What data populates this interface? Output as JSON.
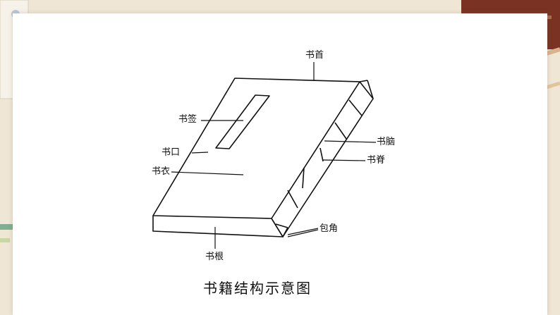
{
  "diagram": {
    "labels": {
      "shushou": "书首",
      "shuqian": "书签",
      "shukou": "书口",
      "shuyi": "书衣",
      "shunao": "书脑",
      "shuji": "书脊",
      "baojiao": "包角",
      "shugen": "书根"
    },
    "caption": "书籍结构示意图"
  },
  "colors": {
    "background": "#efe6d6",
    "card": "#ffffff",
    "line": "#111111"
  }
}
